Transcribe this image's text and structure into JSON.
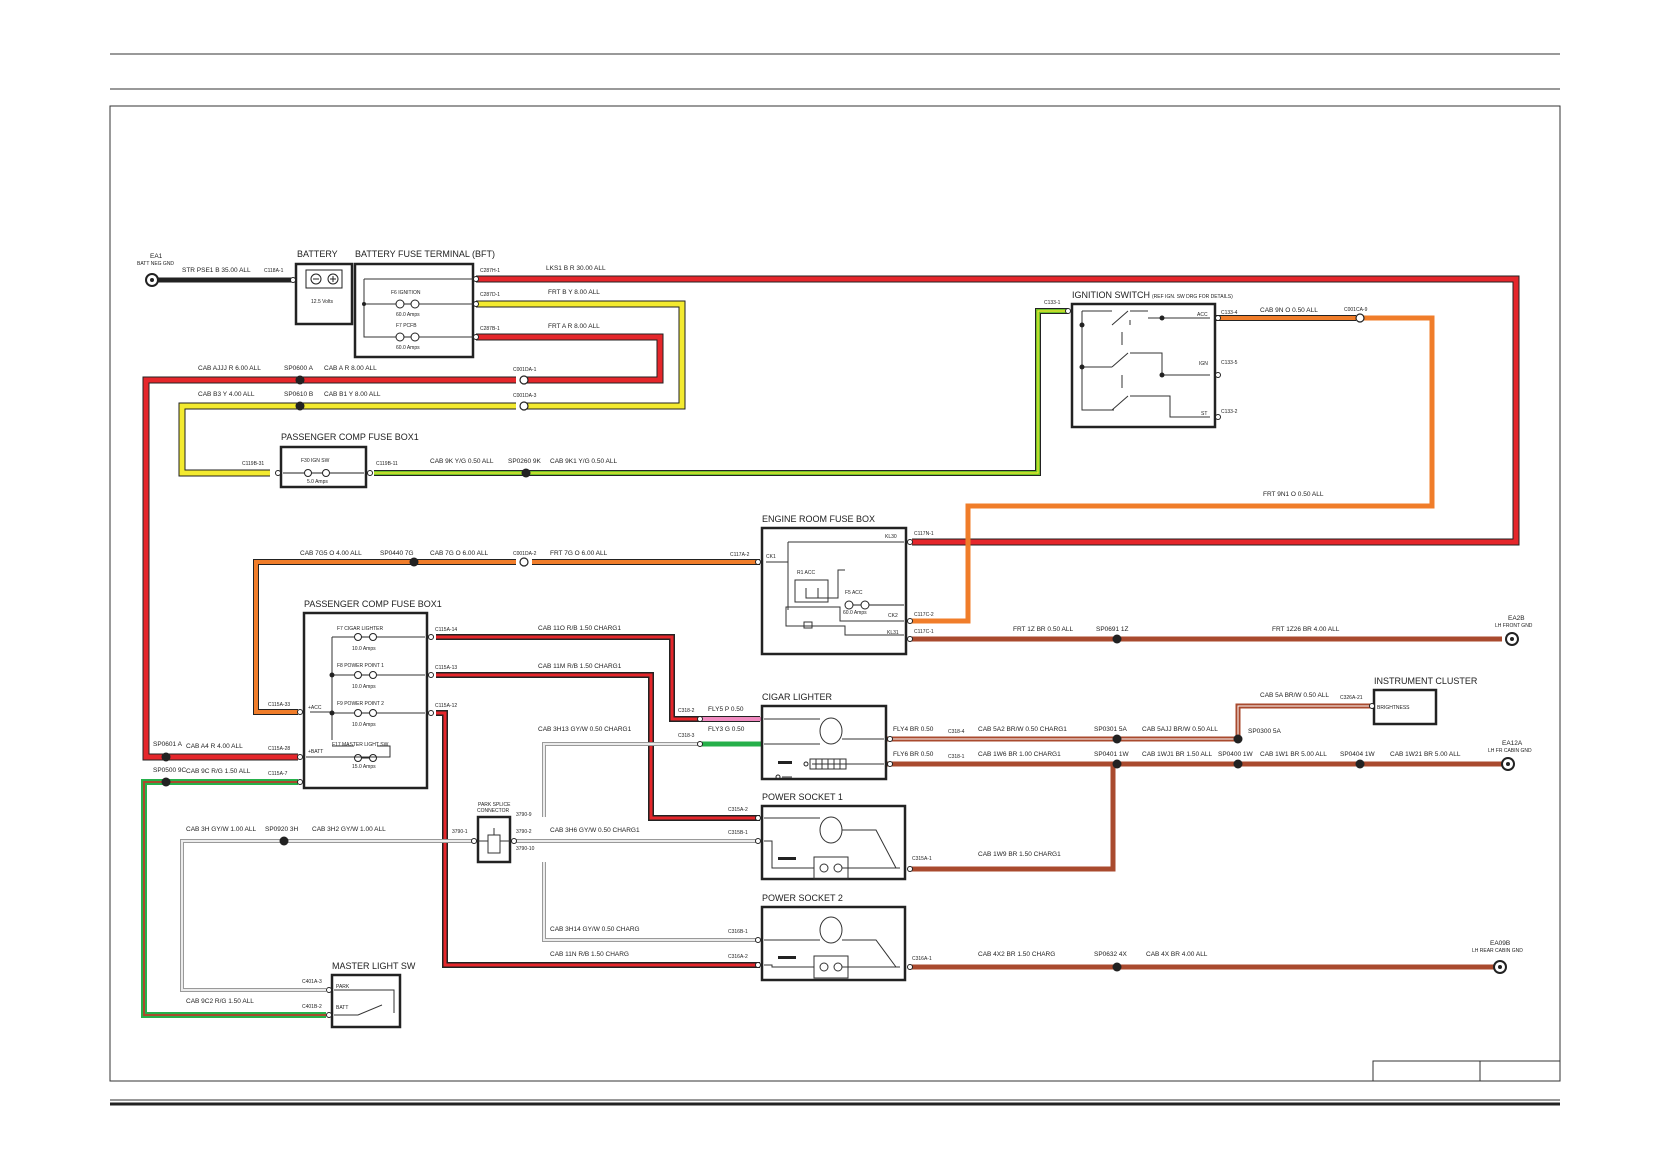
{
  "colors": {
    "red": "#e5262b",
    "yellow": "#f3ea2f",
    "green": "#6fc128",
    "orange": "#f07d2a",
    "brown": "#a94a2e",
    "gray": "#c8c8c8",
    "pink": "#f08ac0",
    "bright_green": "#26b04a",
    "black": "#222222"
  },
  "ground_ea1": {
    "id": "EA1",
    "desc": "BATT NEG GND"
  },
  "wires": {
    "w1": "STR   PSE1 B 35.00 ALL",
    "w2": "LKS1   B R 30.00 ALL",
    "w3": "FRT   B Y 8.00 ALL",
    "w4": "FRT   A R 8.00 ALL",
    "w5a": "CAB   AJJJ R 6.00 ALL",
    "w5b": "CAB   A R 8.00 ALL",
    "w6a": "CAB   B3 Y 4.00 ALL",
    "w6b": "CAB   B1 Y 8.00 ALL",
    "w7a": "CAB   9K Y/G 0.50 ALL",
    "w7b": "CAB   9K1 Y/G 0.50 ALL",
    "w8": "CAB   9N O 0.50 ALL",
    "w9": "FRT   9N1 O 0.50 ALL",
    "w10a": "CAB   7G5 O 4.00 ALL",
    "w10b": "CAB   7G O 6.00 ALL",
    "w10c": "FRT   7G O 6.00 ALL",
    "w11a": "FRT   1Z BR 0.50 ALL",
    "w11b": "FRT   1Z26 BR 4.00 ALL",
    "w12": "CAB   11O R/B 1.50 CHARG1",
    "w13": "CAB   11M R/B 1.50 CHARG1",
    "w14": "CAB 3H13 GY/W 0.50 CHARG1",
    "w15": "FLY5 P 0.50",
    "w16": "FLY3 G 0.50",
    "w17": "FLY4 BR 0.50",
    "w18": "FLY6 BR 0.50",
    "w19a": "CAB   5A2 BR/W 0.50 CHARG1",
    "w19b": "CAB   5AJJ BR/W 0.50 ALL",
    "w19c": "CAB   5A BR/W 0.50 ALL",
    "w20a": "CAB   1W6 BR 1.00 CHARG1",
    "w20b": "CAB   1WJ1 BR 1.50 ALL",
    "w20c": "CAB   1W1 BR 5.00 ALL",
    "w20d": "CAB   1W21 BR 5.00 ALL",
    "w21a": "CAB   A4 R 4.00 ALL",
    "w22a": "CAB   9C R/G 1.50 ALL",
    "w23a": "CAB   3H GY/W 1.00 ALL",
    "w23b": "CAB   3H2 GY/W 1.00 ALL",
    "w24": "CAB   3H6 GY/W 0.50 CHARG1",
    "w25": "CAB   1W9 BR 1.50 CHARG1",
    "w26": "CAB   3H14 GY/W 0.50 CHARG",
    "w27": "CAB   11N R/B 1.50 CHARG",
    "w28a": "CAB   4X2 BR 1.50 CHARG",
    "w28b": "CAB   4X BR 4.00 ALL",
    "w29": "CAB   9C2 R/G 1.50 ALL"
  },
  "splices": {
    "sp0600": "SP0600 A",
    "sp0610": "SP0610 B",
    "sp0260": "SP0260 9K",
    "sp0440": "SP0440 7G",
    "sp0691": "SP0691 1Z",
    "sp0601": "SP0601 A",
    "sp0500": "SP0500 9C",
    "sp0920": "SP0920 3H",
    "sp0301": "SP0301 5A",
    "sp0300": "SP0300 5A",
    "sp0401": "SP0401 1W",
    "sp0400": "SP0400 1W",
    "sp0404": "SP0404 1W",
    "sp0632": "SP0632 4X"
  },
  "connectors": {
    "c118a1": "C118A-1",
    "c287h1": "C287H-1",
    "c287d1": "C287D-1",
    "c287b1": "C287B-1",
    "c001da1": "C001DA-1",
    "c001da3": "C001DA-3",
    "c119b31": "C119B-31",
    "c119b11": "C119B-11",
    "c133_1": "C133-1",
    "c133_4": "C133-4",
    "c133_5": "C133-5",
    "c133_2": "C133-2",
    "c001ca9": "C001CA-9",
    "c001da2": "C001DA-2",
    "c117a2": "C117A-2",
    "c117n1": "C117N-1",
    "c117c2": "C117C-2",
    "c117c1": "C117C-1",
    "c115a14": "C115A-14",
    "c115a13": "C115A-13",
    "c115a12": "C115A-12",
    "c115a33": "C115A-33",
    "c115a28": "C115A-28",
    "c115a7": "C115A-7",
    "c318_2": "C318-2",
    "c318_3": "C318-3",
    "c318_4": "C318-4",
    "c318_1": "C318-1",
    "c326a21": "C326A-21",
    "c3790_9": "3790-9",
    "c3790_1": "3790-1",
    "c3790_2": "3790-2",
    "c3790_10": "3790-10",
    "c315a2": "C315A-2",
    "c315b1": "C315B-1",
    "c315a1": "C315A-1",
    "c316b1": "C316B-1",
    "c316a2": "C316A-2",
    "c316a1": "C316A-1",
    "c401a3": "C401A-3",
    "c401b2": "C401B-2"
  },
  "battery": {
    "title": "BATTERY",
    "voltage": "12.5 Volts"
  },
  "bft": {
    "title": "BATTERY FUSE TERMINAL (BFT)",
    "f6": "F6 IGNITION",
    "f6_amps": "60.0 Amps",
    "f7": "F7 PCFB",
    "f7_amps": "60.0 Amps"
  },
  "pcfb_top": {
    "title": "PASSENGER COMP FUSE BOX1",
    "f30": "F30 IGN SW",
    "f30_amps": "5.0 Amps"
  },
  "ign_switch": {
    "title": "IGNITION SWITCH",
    "note": "(REF IGN. SW DRG FOR DETAILS)",
    "acc": "ACC",
    "ign": "IGN",
    "st": "ST"
  },
  "erfb": {
    "title": "ENGINE ROOM FUSE BOX",
    "kl30": "KL30",
    "ck1": "CK1",
    "ck2": "CK2",
    "kl31": "KL31",
    "r1": "R1 ACC",
    "f5": "F5 ACC",
    "f5_amps": "60.0 Amps"
  },
  "pcfb_main": {
    "title": "PASSENGER COMP FUSE BOX1",
    "f7": "F7 CIGAR LIGHTER",
    "f7_amps": "10.0 Amps",
    "f8": "F8 POWER POINT 1",
    "f8_amps": "10.0 Amps",
    "f9": "F9 POWER POINT 2",
    "f9_amps": "10.0 Amps",
    "f17": "F17 MASTER LIGHT SW",
    "f17_amps": "15.0 Amps",
    "acc": "+ACC",
    "batt": "+BATT"
  },
  "grounds": {
    "ea2b": "EA2B",
    "ea2b_desc": "LH FRONT GND",
    "ea12a": "EA12A",
    "ea12a_desc": "LH FR CABIN GND",
    "ea09b": "EA09B",
    "ea09b_desc": "LH REAR CABIN GND"
  },
  "cluster": {
    "title": "INSTRUMENT CLUSTER",
    "brightness": "BRIGHTNESS"
  },
  "cigar": {
    "title": "CIGAR LIGHTER"
  },
  "socket1": {
    "title": "POWER SOCKET 1"
  },
  "socket2": {
    "title": "POWER SOCKET 2"
  },
  "splice_conn": {
    "l1": "PARK SPLICE",
    "l2": "CONNECTOR"
  },
  "master_sw": {
    "title": "MASTER LIGHT SW",
    "park": "PARK",
    "batt": "BATT"
  }
}
